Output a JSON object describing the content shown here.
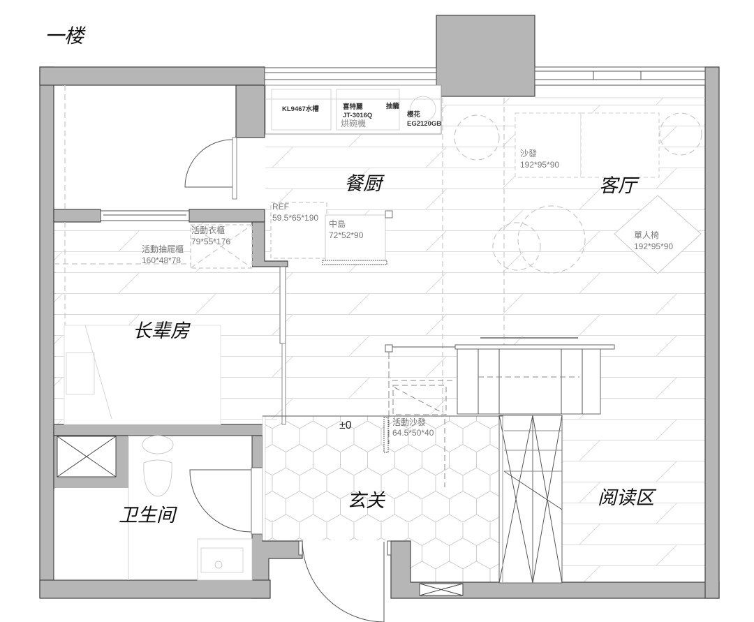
{
  "floor": {
    "title": "一楼"
  },
  "rooms": {
    "kitchen_dining": "餐厨",
    "living_room": "客厅",
    "elder_room": "长辈房",
    "bathroom": "卫生间",
    "entrance": "玄关",
    "reading_area": "阅读区"
  },
  "appliances": {
    "sink": "KL9467水槽",
    "dishwasher_brand": "喜特麗",
    "dishwasher_model": "JT-3016Q",
    "dishwasher_name": "烘碗機",
    "hood": "抽籠",
    "stove_brand": "櫻花",
    "stove_model": "EG2120GB"
  },
  "furniture": {
    "fridge": {
      "name": "REF",
      "size": "59.5*65*190"
    },
    "island": {
      "name": "中島",
      "size": "72*52*90"
    },
    "wardrobe": {
      "name": "活動衣櫃",
      "size": "79*55*176"
    },
    "drawer_cabinet": {
      "name": "活動抽屜櫃",
      "size": "160*48*78"
    },
    "sofa": {
      "name": "沙發",
      "size": "192*95*90"
    },
    "armchair": {
      "name": "單人椅",
      "size": "192*95*90"
    },
    "movable_sofa": {
      "name": "活動沙發",
      "size": "64.5*50*40"
    }
  },
  "levels": {
    "entrance": "±0"
  },
  "colors": {
    "wall": "#b6b6b6",
    "wall_stroke": "#444444",
    "line": "#555555",
    "faint": "#d4d4d4"
  }
}
